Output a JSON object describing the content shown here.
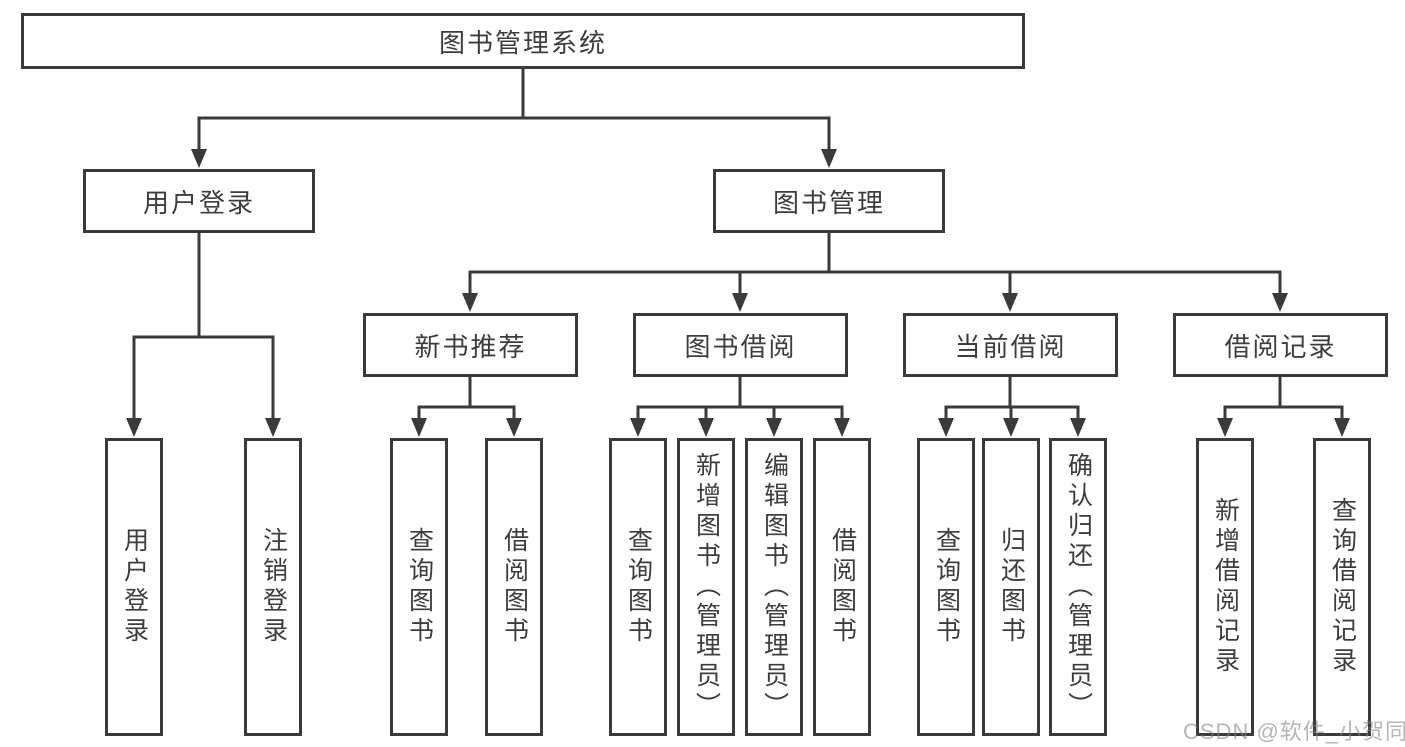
{
  "diagram": {
    "root": {
      "label": "图书管理系统"
    },
    "level2": [
      {
        "label": "用户登录"
      },
      {
        "label": "图书管理"
      }
    ],
    "level3": [
      {
        "label": "新书推荐"
      },
      {
        "label": "图书借阅"
      },
      {
        "label": "当前借阅"
      },
      {
        "label": "借阅记录"
      }
    ],
    "leaves": [
      {
        "label": "用户登录"
      },
      {
        "label": "注销登录"
      },
      {
        "label": "查询图书"
      },
      {
        "label": "借阅图书"
      },
      {
        "label": "查询图书"
      },
      {
        "label": "新增图书（管理员）"
      },
      {
        "label": "编辑图书（管理员）"
      },
      {
        "label": "借阅图书"
      },
      {
        "label": "查询图书"
      },
      {
        "label": "归还图书"
      },
      {
        "label": "确认归还（管理员）"
      },
      {
        "label": "新增借阅记录"
      },
      {
        "label": "查询借阅记录"
      }
    ]
  },
  "watermark": {
    "text": "CSDN @软件_小贺同学"
  },
  "colors": {
    "line": "#3a3a3a",
    "text": "#3d3d3d",
    "background": "#ffffff",
    "watermark": "#b5b5b5"
  }
}
